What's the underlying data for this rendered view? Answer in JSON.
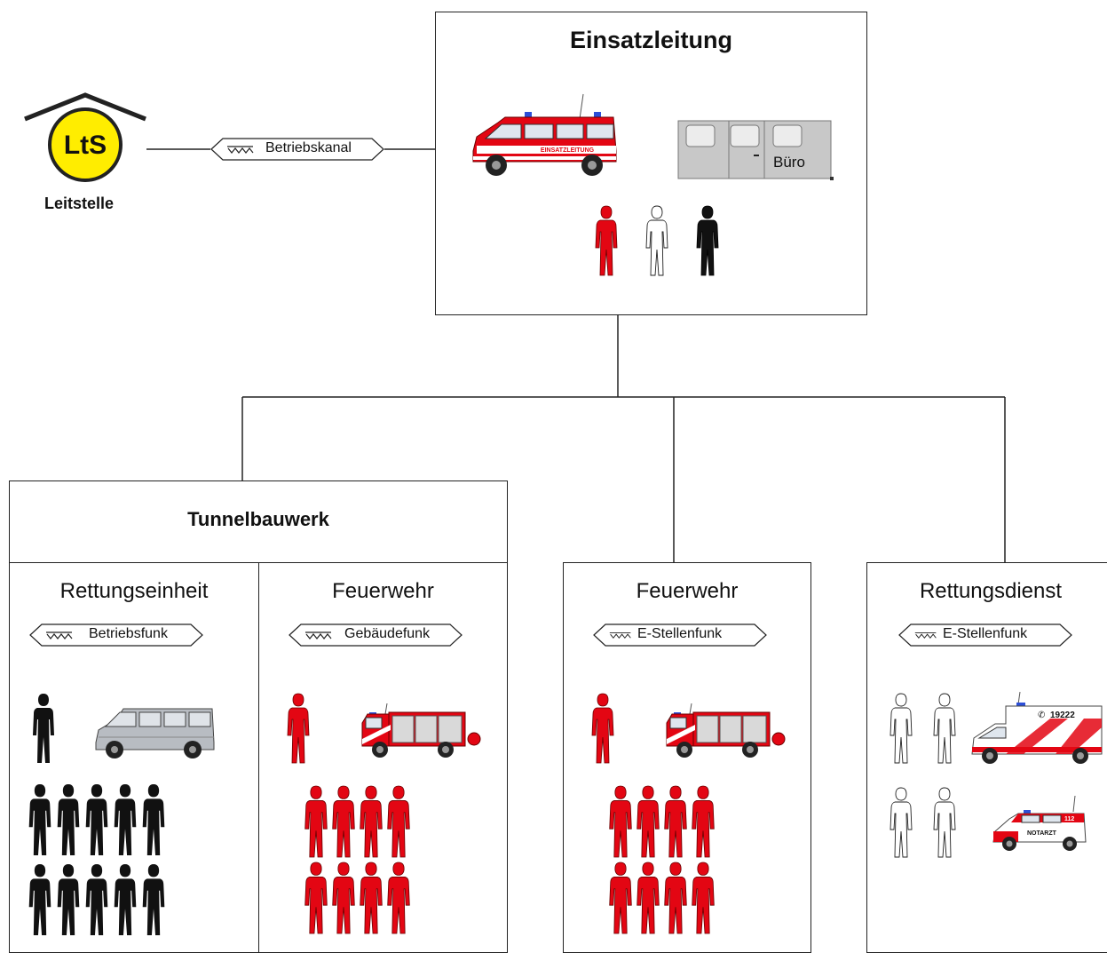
{
  "leitstelle": {
    "logo_text": "LtS",
    "label": "Leitstelle"
  },
  "link_channel": "Betriebskanal",
  "einsatzleitung": {
    "title": "Einsatzleitung",
    "vehicle_text": "EINSATZLEITUNG",
    "container_label": "Büro"
  },
  "tunnelbauwerk": {
    "title": "Tunnelbauwerk"
  },
  "units": [
    {
      "title": "Rettungseinheit",
      "channel": "Betriebsfunk"
    },
    {
      "title": "Feuerwehr",
      "channel": "Gebäudefunk"
    },
    {
      "title": "Feuerwehr",
      "channel": "E-Stellenfunk"
    },
    {
      "title": "Rettungsdienst",
      "channel": "E-Stellenfunk"
    }
  ],
  "rettungsdienst": {
    "rtw_phone": "19222",
    "nef_label": "NOTARZT",
    "nef_number": "112"
  },
  "colors": {
    "fire_red": "#e30613",
    "leitstelle_yellow": "#ffed00",
    "van_silver": "#b8bcc2",
    "container_grey": "#c8c8c8"
  }
}
